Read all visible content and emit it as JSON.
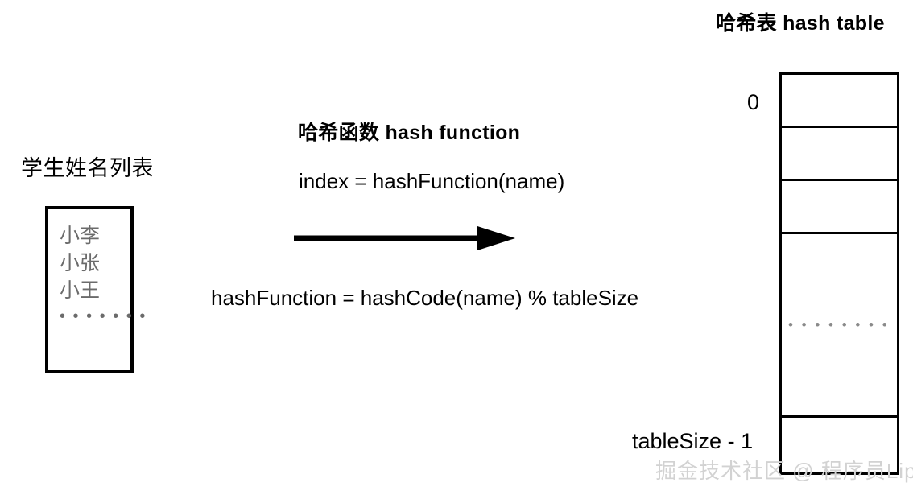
{
  "diagram": {
    "title_left": "学生姓名列表",
    "names": {
      "items": [
        "小李",
        "小张",
        "小王"
      ],
      "ellipsis": "• • • • • • •"
    },
    "hash_function": {
      "title": "哈希函数 hash function",
      "formula_index": "index = hashFunction(name)",
      "formula_definition": "hashFunction = hashCode(name) % tableSize",
      "arrow": "arrow-right"
    },
    "hash_table": {
      "title": "哈希表 hash table",
      "first_index_label": "0",
      "last_index_label": "tableSize - 1",
      "cells": [
        {
          "type": "slot",
          "content": ""
        },
        {
          "type": "slot",
          "content": ""
        },
        {
          "type": "slot",
          "content": ""
        },
        {
          "type": "ellipsis",
          "content": "• • • • • • • •"
        },
        {
          "type": "slot",
          "content": ""
        }
      ]
    },
    "watermark": "掘金技术社区 @ 程序员Lip",
    "colors": {
      "stroke": "#000000",
      "background": "#ffffff",
      "muted_text": "#6b6b6b",
      "watermark_text": "#d2d2d2"
    }
  }
}
